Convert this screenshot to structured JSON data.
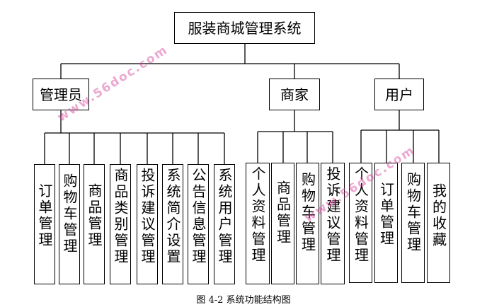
{
  "root": {
    "label": "服装商城管理系统"
  },
  "groups": [
    {
      "label": "管理员",
      "children": [
        "订单管理",
        "购物车管理",
        "商品管理",
        "商品类别管理",
        "投诉建议管理",
        "系统简介设置",
        "公告信息管理",
        "系统用户管理"
      ]
    },
    {
      "label": "商家",
      "children": [
        "个人资料管理",
        "商品管理",
        "购物车管理",
        "投诉建议管理"
      ]
    },
    {
      "label": "用户",
      "children": [
        "个人资料管理",
        "订单管理",
        "购物车管理",
        "我的收藏"
      ]
    }
  ],
  "caption": "图 4-2 系统功能结构图",
  "watermark": "www.56doc.com"
}
